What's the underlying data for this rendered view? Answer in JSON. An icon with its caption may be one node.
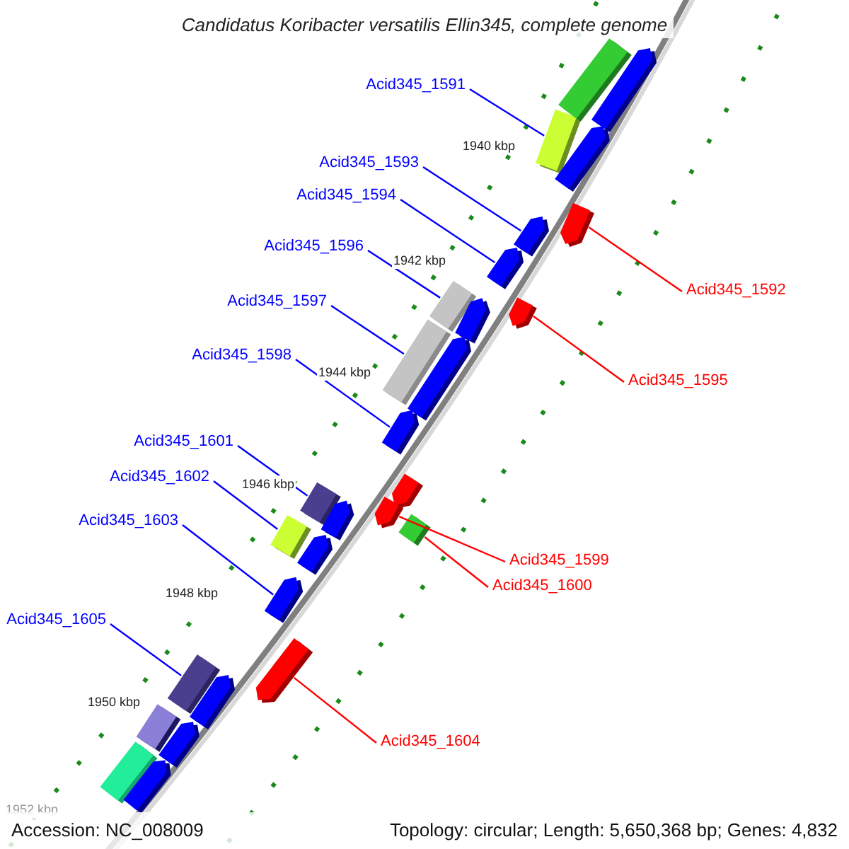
{
  "diagram": {
    "title": "Candidatus Koribacter versatilis Ellin345, complete genome",
    "nodes": [
      {
        "text": [
          "Acid345_1591"
        ]
      },
      {
        "text": [],
        "shape": "bar"
      },
      {
        "text": [
          "Acid345_1592"
        ]
      },
      {
        "text": [],
        "shape": "bar"
      },
      {
        "text": [
          "Acid345_1593"
        ]
      },
      {
        "text": [],
        "shape": "bar"
      },
      {
        "text": [
          "Acid345_1594"
        ]
      },
      {
        "text": [],
        "shape": "bar"
      },
      {
        "text": [
          "Acid345_1596"
        ]
      },
      {
        "text": [],
        "shape": "bar"
      },
      {
        "text": [
          "Acid345_1597"
        ]
      },
      {
        "text": [],
        "shape": "bar"
      },
      {
        "text": [
          "Acid345_1595"
        ]
      },
      {
        "text": [],
        "shape": "bar"
      },
      {
        "text": [
          "Acid345_1598"
        ]
      },
      {
        "text": [],
        "shape": "bar"
      },
      {
        "text": [
          "Acid345_1601"
        ]
      },
      {
        "text": [],
        "shape": "bar"
      },
      {
        "text": [
          "Acid345_1602"
        ]
      },
      {
        "text": [],
        "shape": "bar"
      },
      {
        "text": [
          "Acid345_1603"
        ]
      },
      {
        "text": [],
        "shape": "bar"
      },
      {
        "text": [
          "Acid345_1599"
        ]
      },
      {
        "text": [],
        "shape": "bar"
      },
      {
        "text": [
          "Acid345_1600"
        ]
      },
      {
        "text": [],
        "shape": "bar"
      },
      {
        "text": [
          "Acid345_1605"
        ]
      },
      {
        "text": [],
        "shape": "bar"
      },
      {
        "text": [
          "Acid345_1604"
        ]
      },
      {
        "text": [],
        "shape": "bar"
      },
      {
        "text": [],
        "shape": "bar"
      },
      {
        "text": [],
        "shape": "bar"
      },
      {
        "text": [],
        "shape": "bar"
      },
      {
        "text": [],
        "shape": "bar"
      },
      {
        "text": [],
        "shape": "bar"
      },
      {
        "text": [],
        "shape": "bar"
      },
      {
        "text": [],
        "shape": "bar"
      },
      {
        "text": [],
        "shape": "bar"
      },
      {
        "text": [],
        "shape": "bar"
      },
      {
        "text": [],
        "shape": "bar"
      },
      {
        "text": [],
        "shape": "bar"
      },
      {
        "text": [],
        "shape": "bar"
      },
      {
        "text": [],
        "shape": "bar"
      }
    ],
    "edges": [
      {
        "from": 0,
        "to": 1,
        "arrow": "none"
      },
      {
        "from": 2,
        "to": 3,
        "arrow": "none",
        "color": "#ff0000"
      },
      {
        "from": 4,
        "to": 5,
        "arrow": "none"
      },
      {
        "from": 6,
        "to": 7,
        "arrow": "none"
      },
      {
        "from": 8,
        "to": 9,
        "arrow": "none"
      },
      {
        "from": 10,
        "to": 11,
        "arrow": "none"
      },
      {
        "from": 12,
        "to": 13,
        "arrow": "none",
        "color": "#ff0000"
      },
      {
        "from": 14,
        "to": 15,
        "arrow": "none"
      },
      {
        "from": 16,
        "to": 17,
        "arrow": "none"
      },
      {
        "from": 18,
        "to": 19,
        "arrow": "none"
      },
      {
        "from": 20,
        "to": 21,
        "arrow": "none"
      },
      {
        "from": 22,
        "to": 23,
        "arrow": "none",
        "color": "#ff0000"
      },
      {
        "from": 24,
        "to": 25,
        "arrow": "none",
        "color": "#ff0000"
      },
      {
        "from": 26,
        "to": 27,
        "arrow": "none"
      },
      {
        "from": 28,
        "to": 29,
        "arrow": "none",
        "color": "#ff0000"
      }
    ],
    "labels": [
      "1940 kbp",
      "1942 kbp",
      "1944 kbp",
      "1946 kbp",
      "1948 kbp",
      "1950 kbp",
      "1952 kbp",
      "Accession: NC_008009",
      "Topology: circular; Length: 5,650,368 bp; Genes: 4,832"
    ]
  }
}
